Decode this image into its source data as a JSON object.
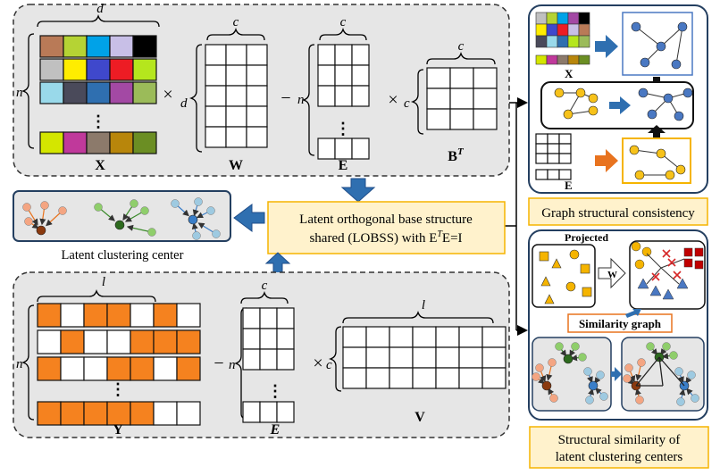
{
  "top_panel": {
    "x_dim_d": "d",
    "x_dim_n": "n",
    "w_dim_c": "c",
    "w_dim_d": "d",
    "e_dim_c": "c",
    "e_dim_n": "n",
    "bt_dim_c_top": "c",
    "bt_dim_c_left": "c",
    "op_times1": "×",
    "op_minus": "−",
    "op_times2": "×",
    "label_x": "X",
    "label_w": "W",
    "label_e": "E",
    "label_bt_base": "B",
    "label_bt_sup": "T",
    "dots": "⋮",
    "x_colors": [
      [
        "#b97a57",
        "#b5d334",
        "#00a2e8",
        "#c8bfe7",
        "#000000"
      ],
      [
        "#c0c0c0",
        "#ffed00",
        "#3f48cc",
        "#ed1c24",
        "#b5e61d"
      ],
      [
        "#99d9ea",
        "#4a4a5a",
        "#2f6fb0",
        "#a349a4",
        "#9bbb59"
      ],
      [
        "#d4e600",
        "#c0399b",
        "#8c7a6b",
        "#b8860b",
        "#6b8e23"
      ]
    ]
  },
  "center_box": {
    "line1": "Latent orthogonal base structure",
    "line2_prefix": "shared (LOBSS) with E",
    "line2_sup": "T",
    "line2_suffix": "E=I"
  },
  "left_box": {
    "caption": "Latent clustering center",
    "cluster_colors": [
      "#f4a582",
      "#8fce6b",
      "#9ecae1"
    ],
    "center_colors": [
      "#8b3a0f",
      "#2d6a1e",
      "#3a7ec8"
    ]
  },
  "bottom_panel": {
    "y_dim_l": "l",
    "y_dim_n": "n",
    "e_dim_c": "c",
    "e_dim_n": "n",
    "v_dim_l": "l",
    "v_dim_c": "c",
    "op_minus": "−",
    "op_times": "×",
    "label_y": "Y",
    "label_e": "E",
    "label_v": "V",
    "dots": "⋮",
    "y_pattern": [
      [
        1,
        0,
        1,
        1,
        0,
        1,
        0
      ],
      [
        0,
        1,
        0,
        0,
        1,
        1,
        1
      ],
      [
        1,
        0,
        0,
        1,
        1,
        0,
        1
      ],
      [
        1,
        1,
        1,
        1,
        1,
        0,
        0
      ]
    ],
    "orange": "#f5821f"
  },
  "right_top": {
    "caption": "Graph structural consistency",
    "label_x": "X",
    "label_e": "E",
    "accent_blue": "#2f6fb0",
    "accent_yellow": "#f5c518"
  },
  "right_bottom": {
    "label_projected": "Projected",
    "label_w": "W",
    "label_similarity": "Similarity graph",
    "caption_line1": "Structural similarity of",
    "caption_line2": "latent clustering centers"
  },
  "colors": {
    "panel_fill": "#e6e6e6",
    "highlight_fill": "#fff2cc",
    "highlight_border": "#f5b400",
    "arrow_blue": "#2f6fb0",
    "dark_panel_border": "#243f60",
    "node_blue": "#4a78c2",
    "node_yellow": "#f7c21a",
    "red": "#d62728"
  }
}
